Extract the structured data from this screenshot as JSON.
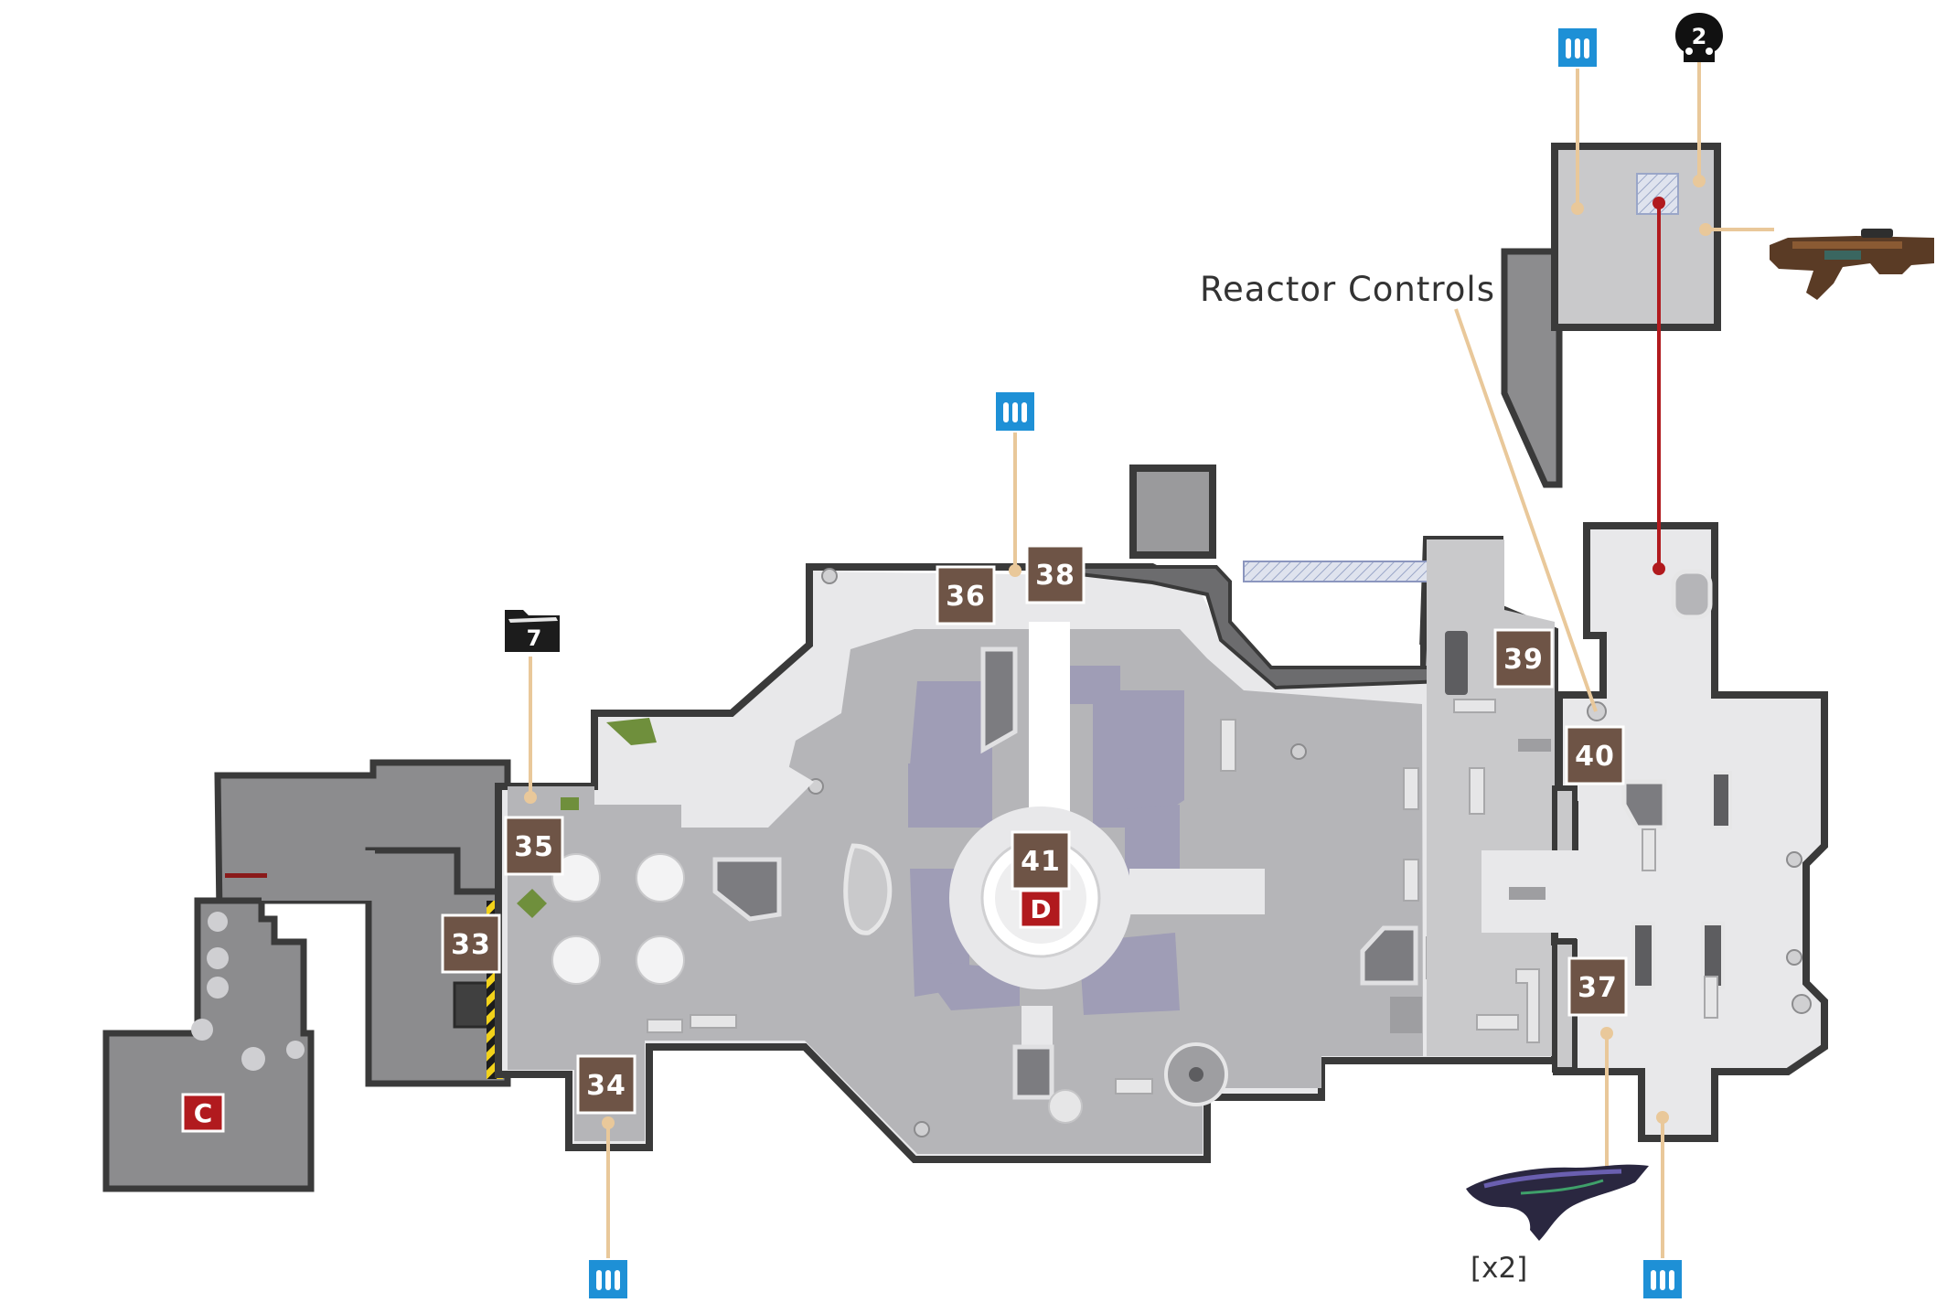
{
  "map": {
    "colors": {
      "wall": "#3a3a3a",
      "floor_dark": "#8c8c8e",
      "floor_mid": "#b5b5b8",
      "floor_light": "#d8d8da",
      "floor_pale": "#e8e8ea",
      "purple_zone": "#9f9db6",
      "marker": "#6e5446",
      "zone_red": "#b11a1e",
      "ammo_blue": "#1e90d6",
      "leader_line": "#e9c89a",
      "teleport_line": "#b11a1e"
    },
    "numbered_markers": [
      {
        "id": "33",
        "label": "33"
      },
      {
        "id": "34",
        "label": "34"
      },
      {
        "id": "35",
        "label": "35"
      },
      {
        "id": "36",
        "label": "36"
      },
      {
        "id": "37",
        "label": "37"
      },
      {
        "id": "38",
        "label": "38"
      },
      {
        "id": "39",
        "label": "39"
      },
      {
        "id": "40",
        "label": "40"
      },
      {
        "id": "41",
        "label": "41"
      }
    ],
    "zone_markers": [
      {
        "id": "C",
        "label": "C"
      },
      {
        "id": "D",
        "label": "D"
      }
    ],
    "intel_folder": {
      "label": "7",
      "icon": "folder-icon"
    },
    "skull": {
      "label": "2",
      "icon": "skull-icon"
    },
    "annotations": {
      "reactor_controls": "Reactor Controls",
      "weapon_count": "[x2]"
    },
    "icons": {
      "ammo": "ammo-crate-icon",
      "rifle": "weapon-rifle-icon",
      "plasma": "weapon-plasma-icon"
    }
  }
}
